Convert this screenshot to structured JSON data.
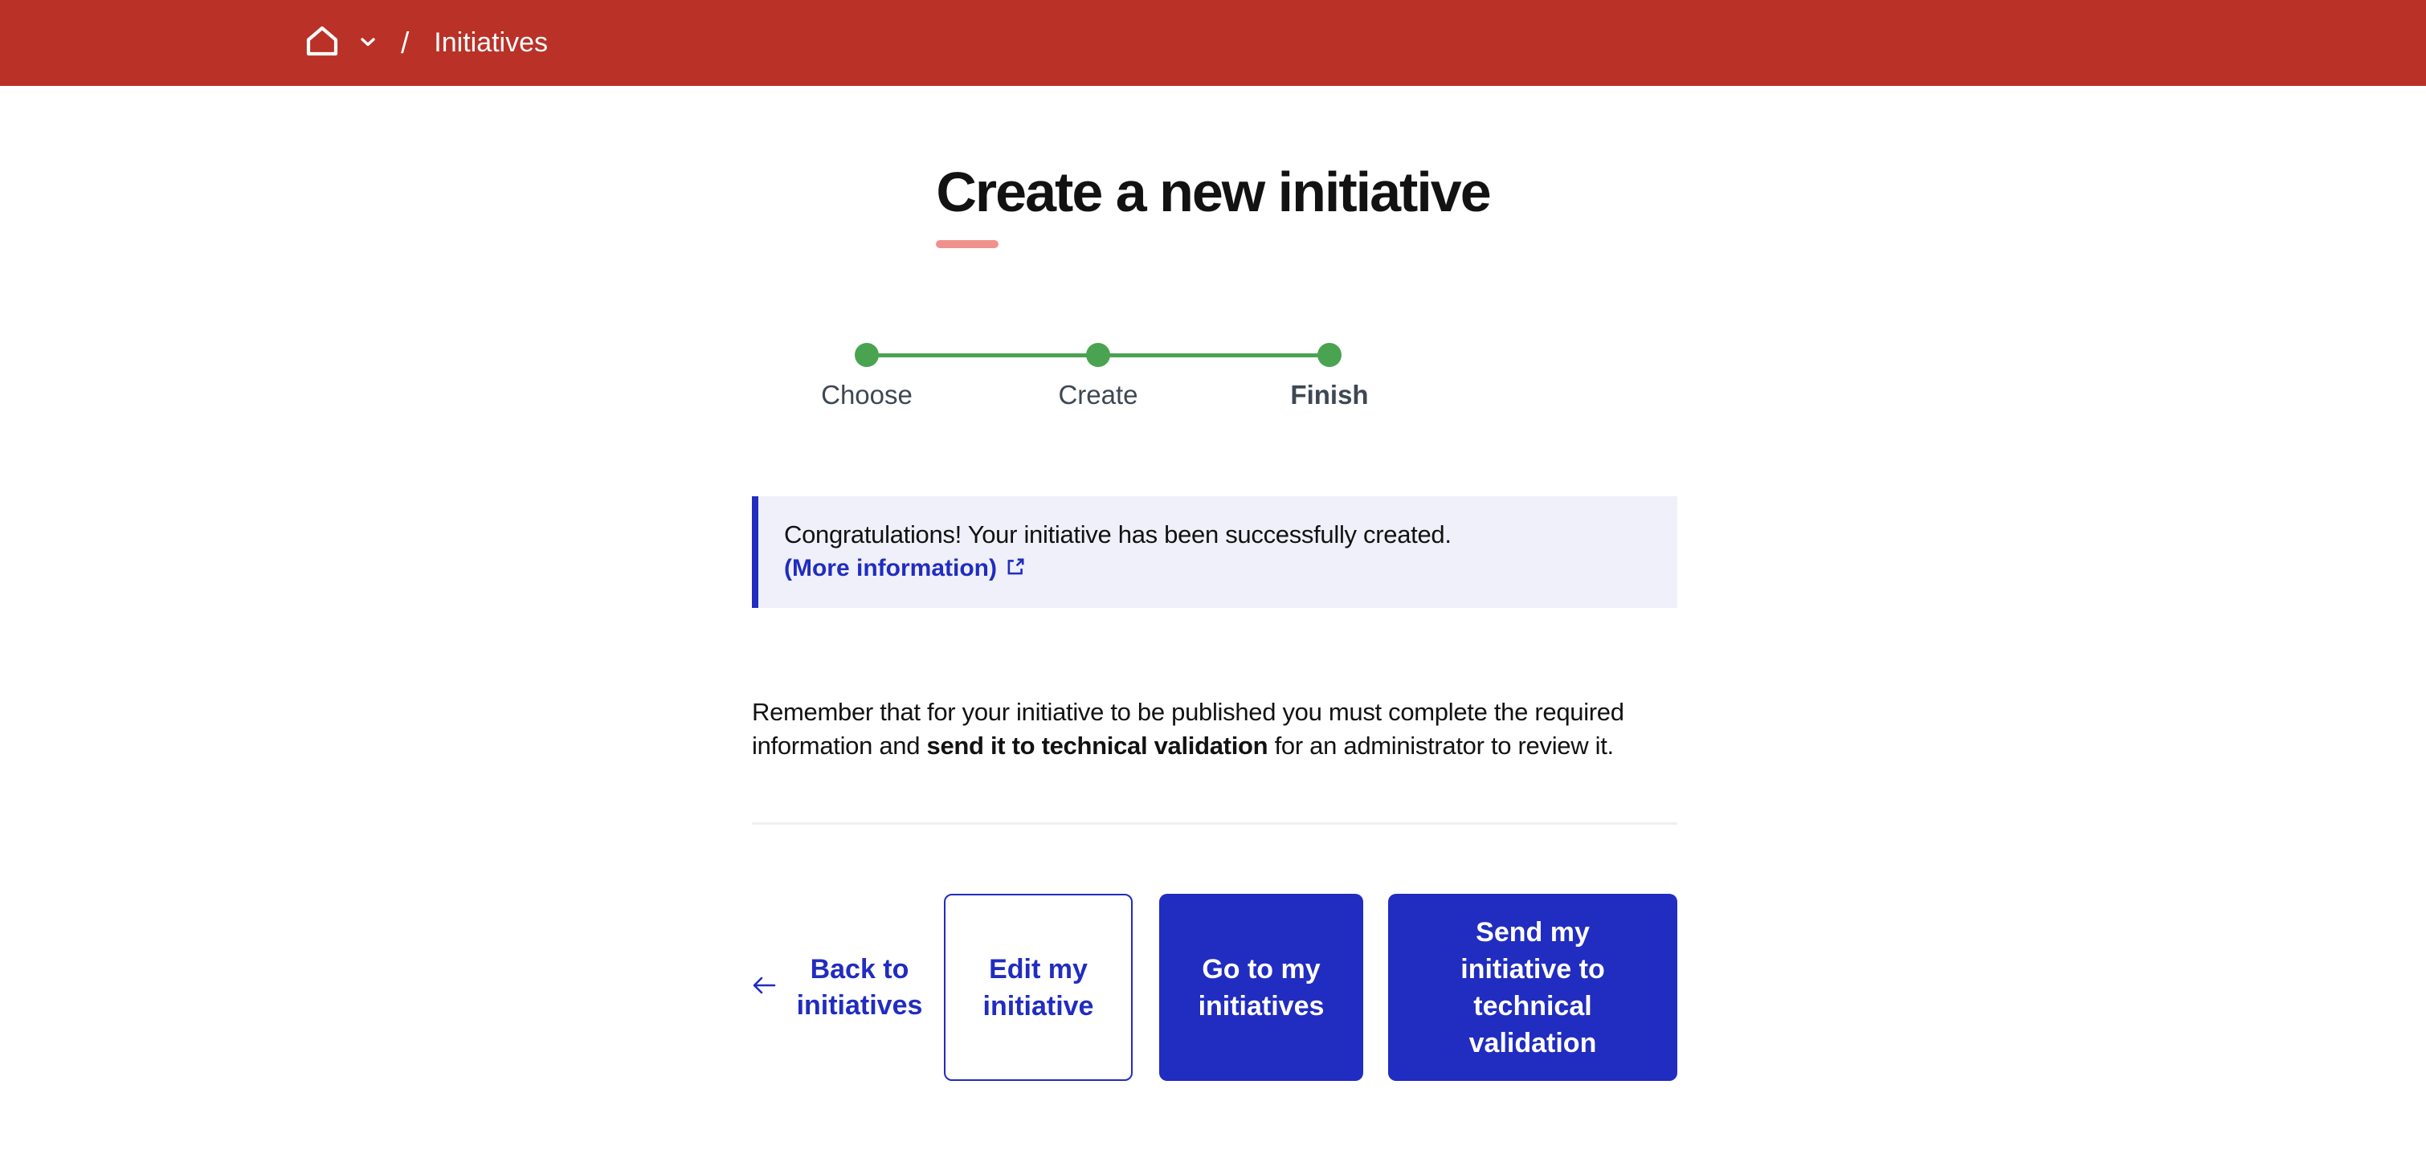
{
  "colors": {
    "header_bg": "#b93127",
    "primary_blue": "#212cc0",
    "success_green": "#4aa350",
    "alert_bg": "#eff0f9",
    "title_underline": "#f0918e",
    "step_label": "#3e4753",
    "divider": "#edeff1",
    "text": "#121212"
  },
  "header": {
    "breadcrumb": {
      "home_icon": "home-icon",
      "dropdown_icon": "chevron-down-icon",
      "separator": "/",
      "current": "Initiatives"
    }
  },
  "main": {
    "title": "Create a new initiative",
    "stepper": {
      "steps": [
        {
          "label": "Choose",
          "state": "completed"
        },
        {
          "label": "Create",
          "state": "completed"
        },
        {
          "label": "Finish",
          "state": "current"
        }
      ]
    },
    "alert": {
      "message": "Congratulations! Your initiative has been successfully created.",
      "link_label": "(More information)",
      "link_icon": "external-link-icon"
    },
    "note": {
      "line1": "Remember that for your initiative to be published you must complete the required",
      "line2_before": "information and ",
      "line2_bold": "send it to technical validation",
      "line2_after": " for an administrator to review it."
    },
    "actions": {
      "back_label": "Back to initiatives",
      "edit_label": "Edit my initiative",
      "go_label": "Go to my initiatives",
      "send_label": "Send my initiative to technical validation"
    }
  }
}
